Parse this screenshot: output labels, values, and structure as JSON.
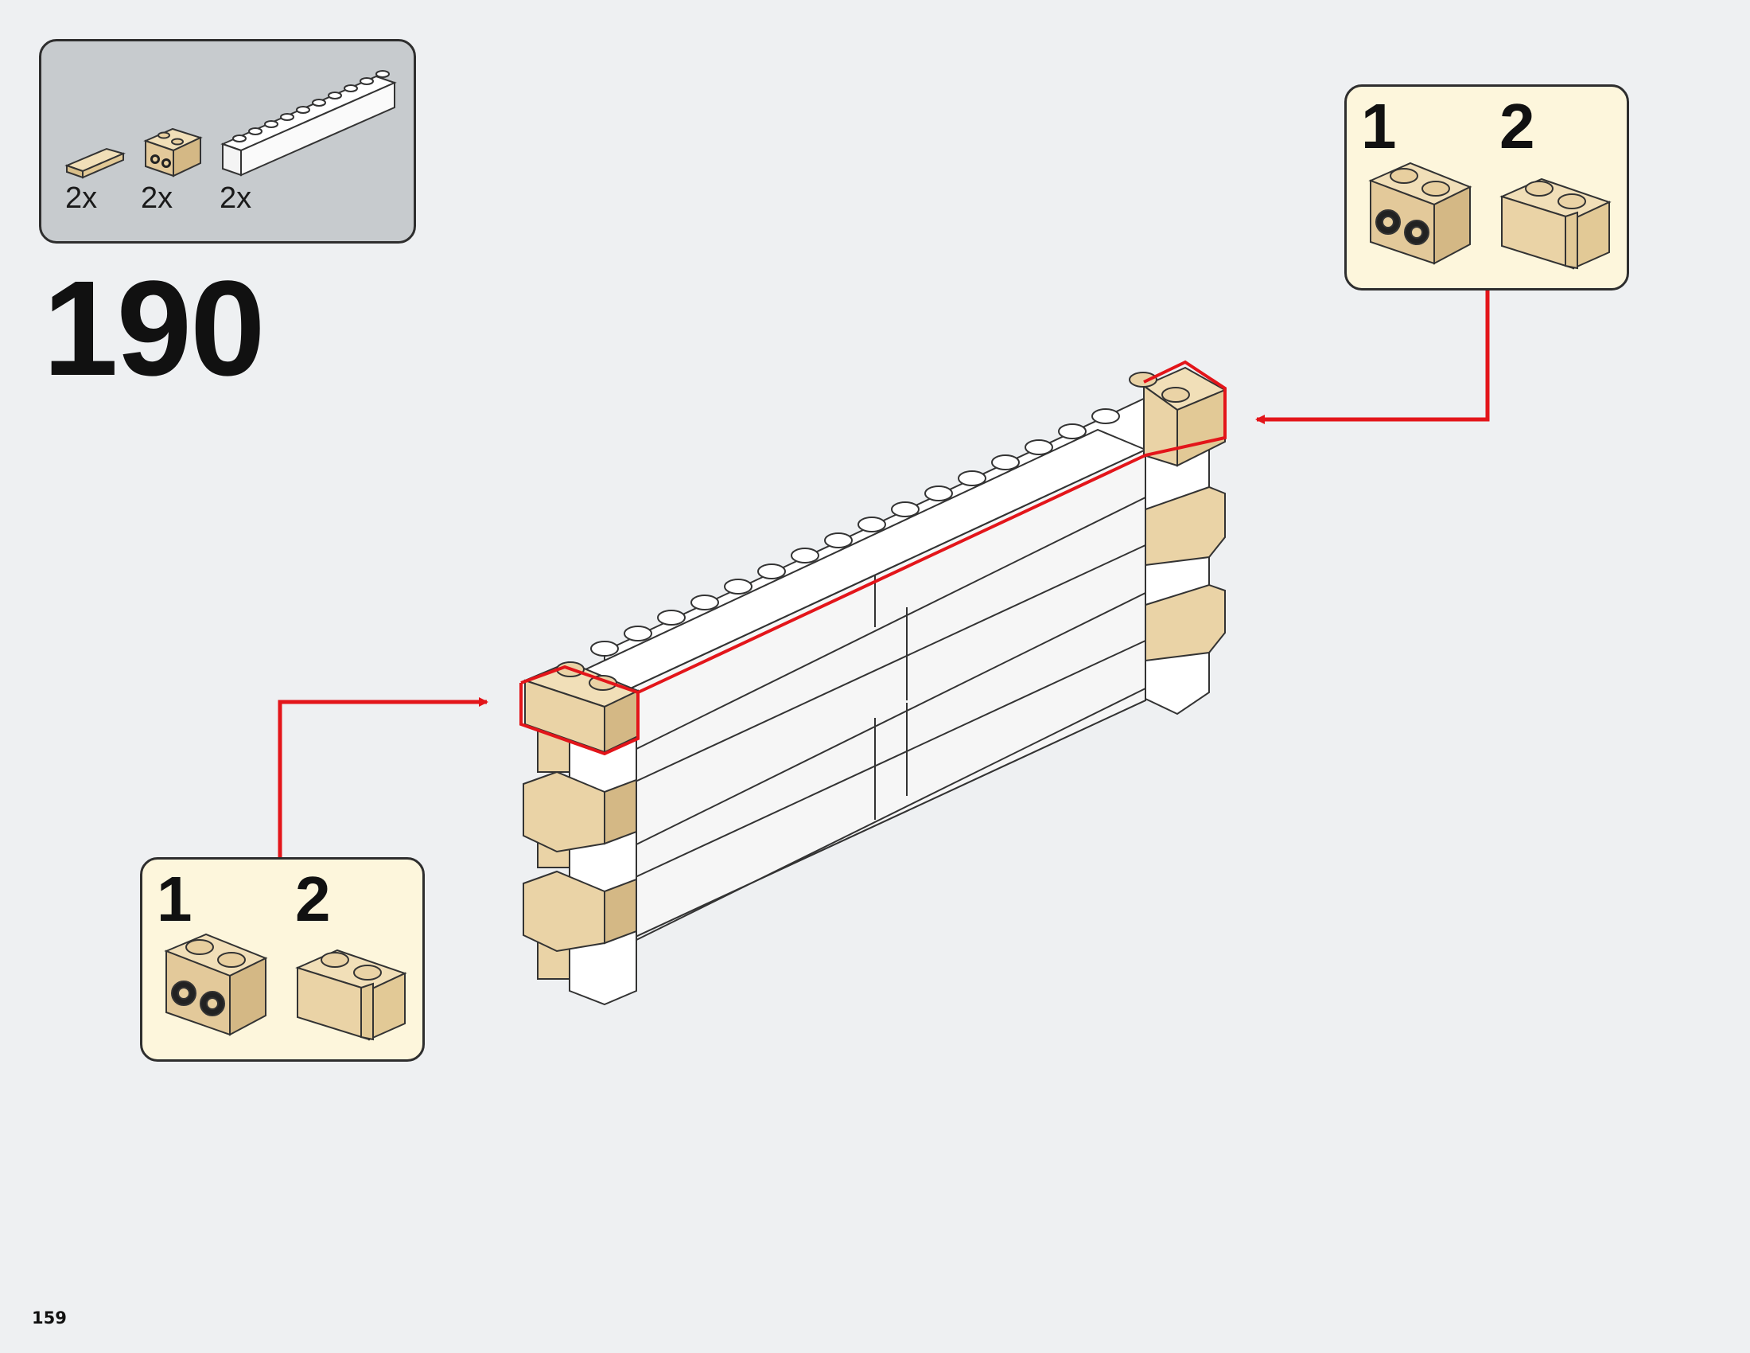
{
  "step": {
    "number": "190"
  },
  "parts_list": {
    "items": [
      {
        "icon": "tan-tile-1x2-icon",
        "quantity": "2x"
      },
      {
        "icon": "tan-brick-with-studs-on-side-icon",
        "quantity": "2x"
      },
      {
        "icon": "white-brick-1x10-icon",
        "quantity": "2x"
      }
    ]
  },
  "callouts": {
    "top_right": {
      "labels": [
        "1",
        "2"
      ]
    },
    "bottom_left": {
      "labels": [
        "1",
        "2"
      ]
    }
  },
  "page": {
    "number": "159"
  },
  "colors": {
    "background": "#eef0f2",
    "parts_box": "#c7cbce",
    "callout_box": "#fdf6dc",
    "tan": "#ead3a6",
    "highlight_red": "#e3151a",
    "white_brick": "#ffffff"
  }
}
